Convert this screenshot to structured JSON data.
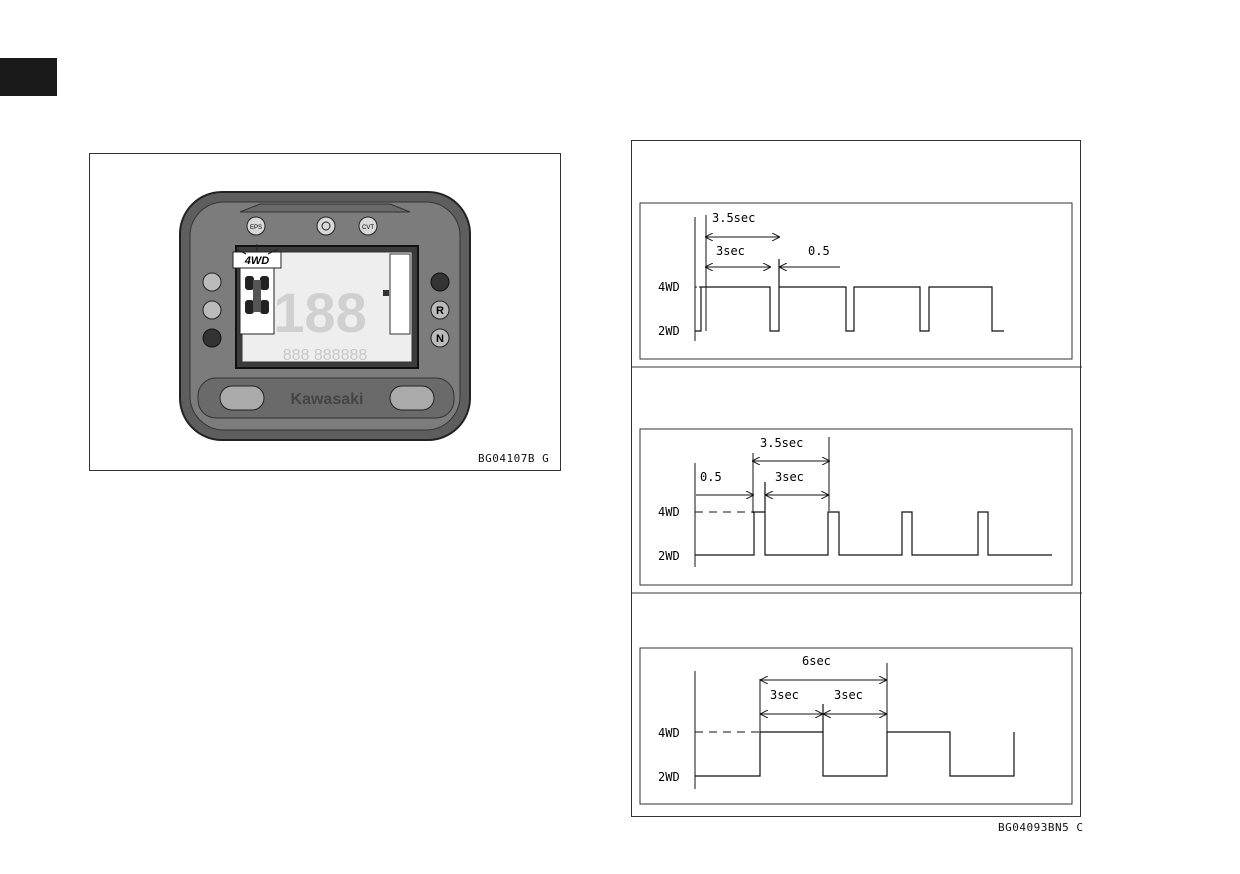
{
  "left_figure": {
    "caption": "BG04107B  G",
    "display_label": "4WD",
    "buttons": [
      "EPS",
      "CVT"
    ],
    "side_buttons": [
      "R",
      "N"
    ],
    "brand": "Kawasaki"
  },
  "right_figure": {
    "caption": "BG04093BN5  C",
    "y_labels": {
      "high": "4WD",
      "low": "2WD"
    },
    "panel1": {
      "dims": [
        "3.5sec",
        "3sec",
        "0.5"
      ]
    },
    "panel2": {
      "dims": [
        "3.5sec",
        "0.5",
        "3sec"
      ]
    },
    "panel3": {
      "dims": [
        "6sec",
        "3sec",
        "3sec"
      ]
    }
  }
}
